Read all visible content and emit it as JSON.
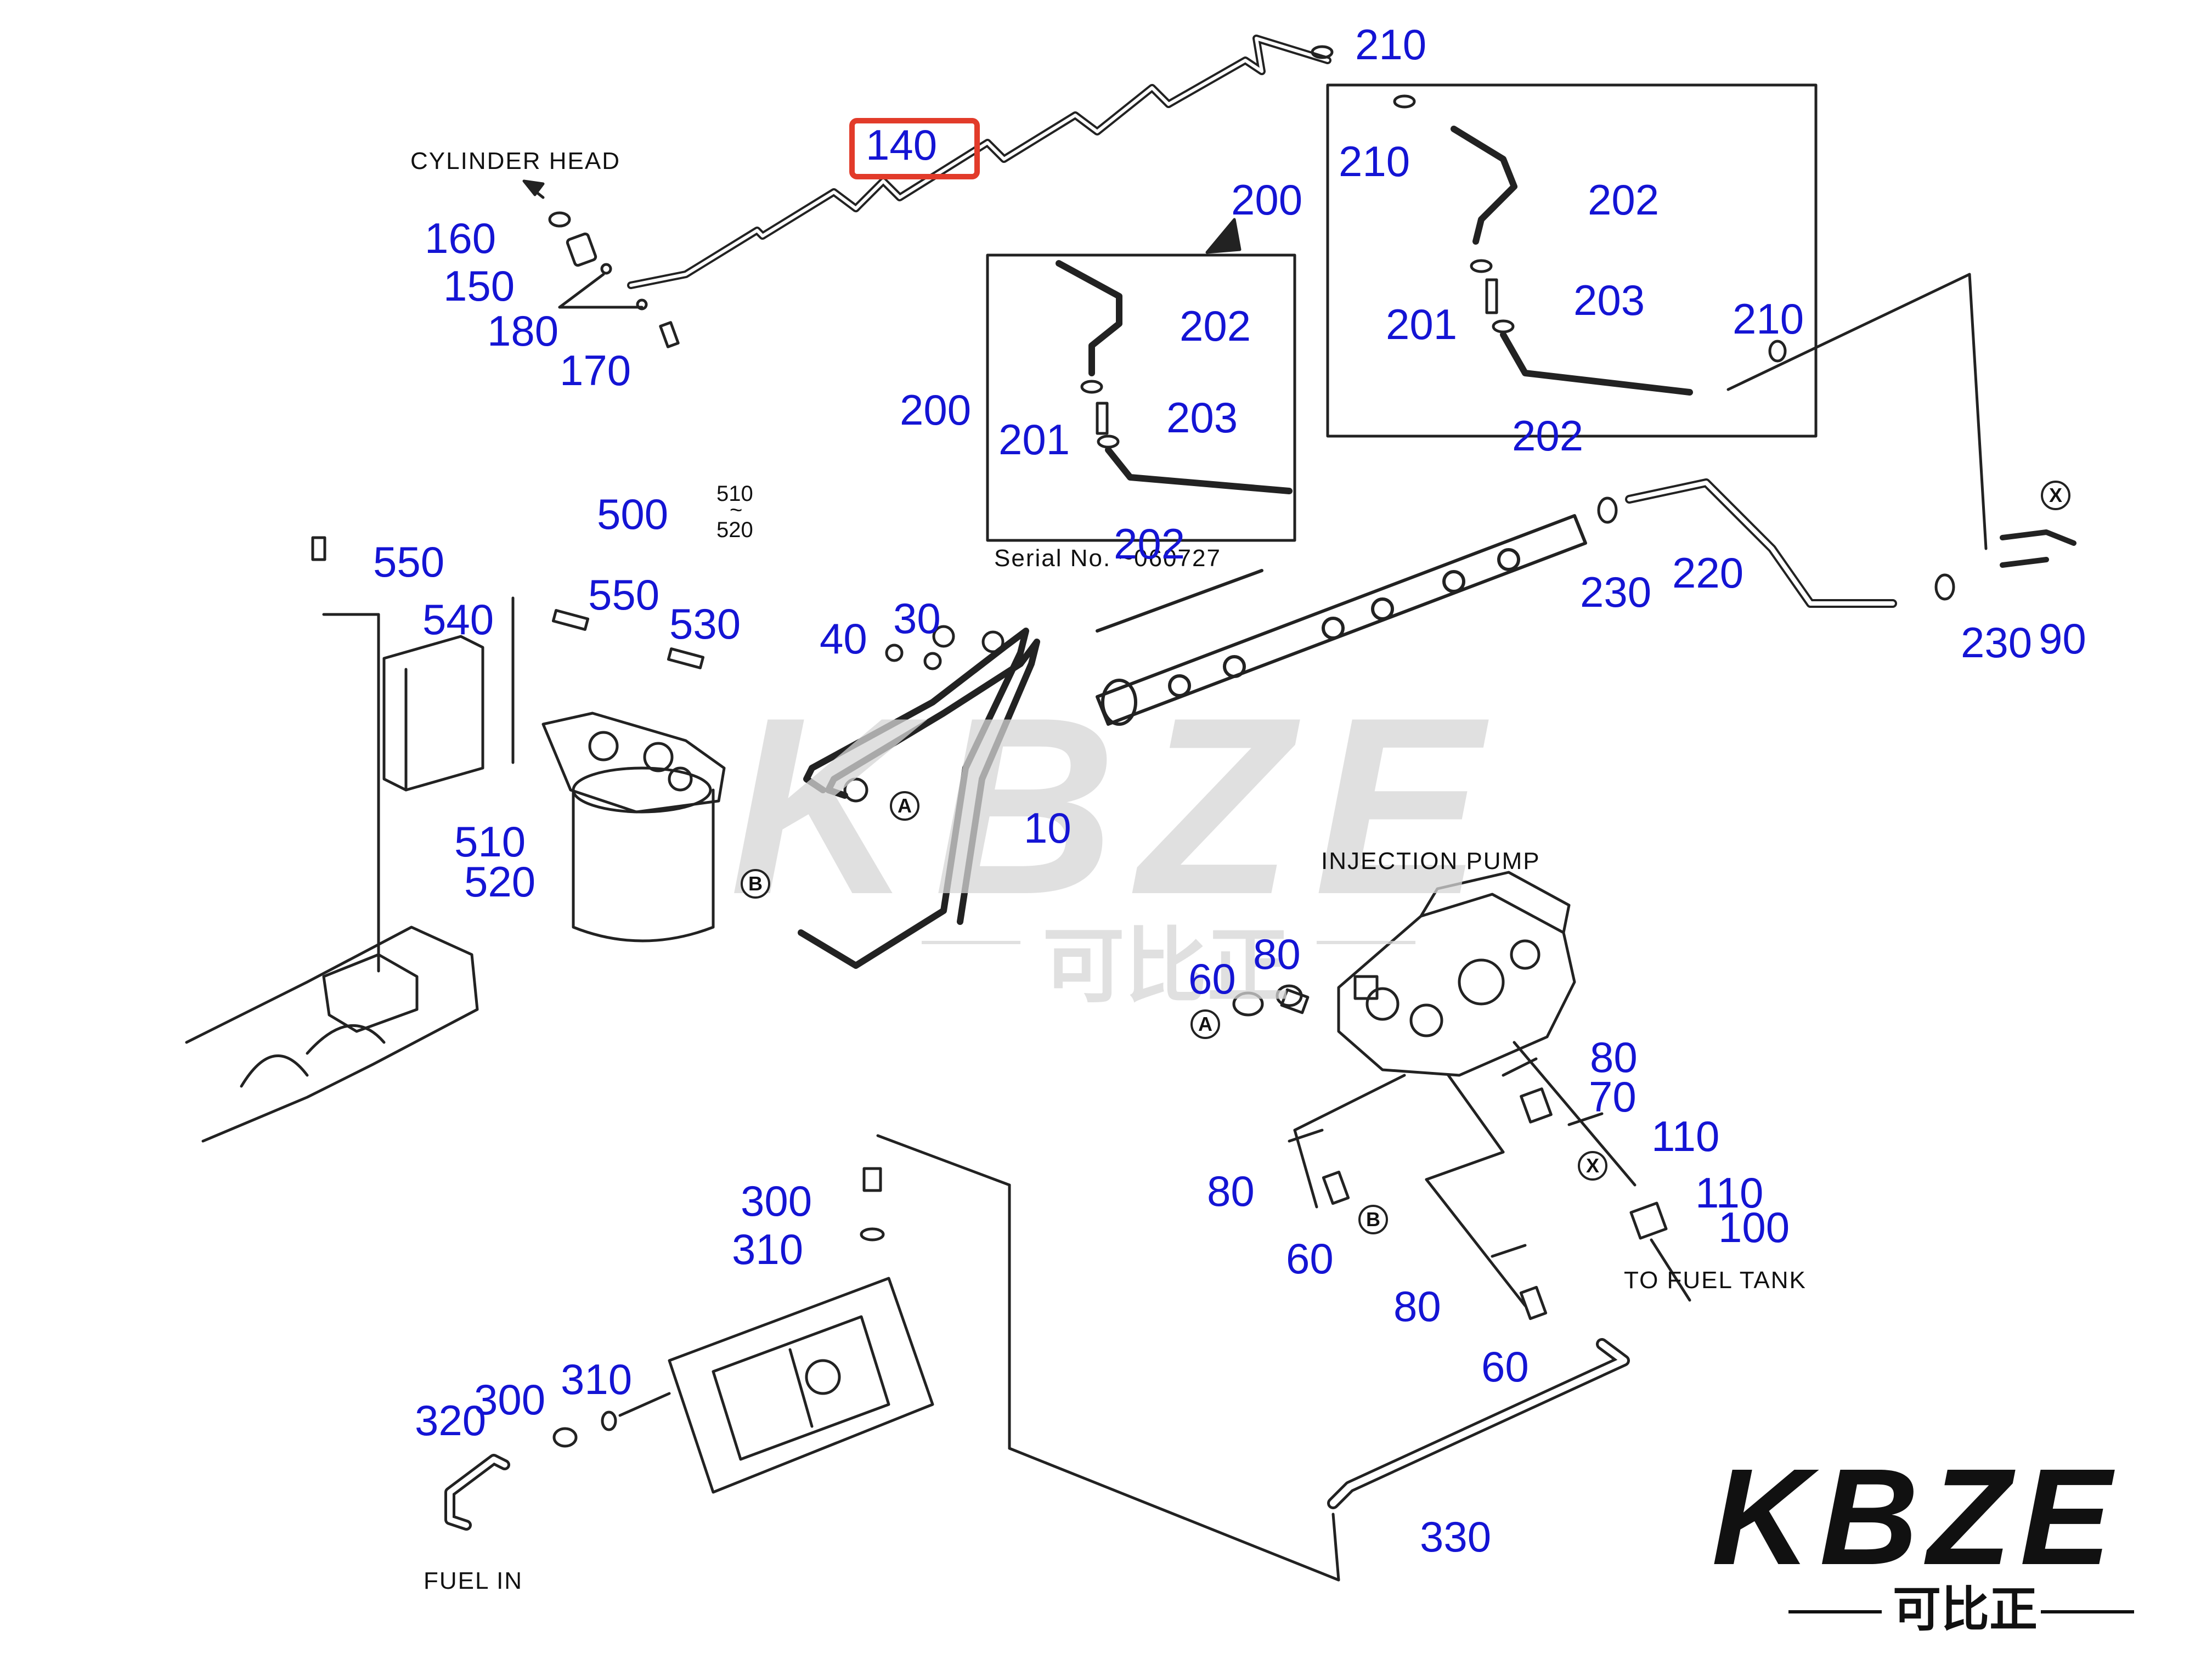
{
  "captions": {
    "cylinder_head": "CYLINDER HEAD",
    "injection_pump": "INJECTION PUMP",
    "to_fuel_tank": "TO FUEL TANK",
    "fuel_in": "FUEL IN",
    "serial_no": "Serial No. ~060727",
    "range_top": "510",
    "range_mid": "~",
    "range_bottom": "520"
  },
  "callouts": {
    "c210a": "210",
    "c140": "140",
    "c210b": "210",
    "c200a": "200",
    "c202a": "202",
    "c160": "160",
    "c150": "150",
    "c180": "180",
    "c170": "170",
    "c202b": "202",
    "c203a": "203",
    "c201a": "201",
    "c210c": "210",
    "c202c": "202",
    "c200b": "200",
    "c201b": "201",
    "c203b": "203",
    "c202d": "202",
    "c500": "500",
    "c550a": "550",
    "c550b": "550",
    "c540": "540",
    "c530": "530",
    "c40": "40",
    "c30": "30",
    "c10": "10",
    "c510": "510",
    "c520": "520",
    "c230a": "230",
    "c220": "220",
    "c230b": "230",
    "c90": "90",
    "c80a": "80",
    "c60a": "60",
    "c80b": "80",
    "c70": "70",
    "c110a": "110",
    "c80c": "80",
    "c110b": "110",
    "c100": "100",
    "c60b": "60",
    "c80d": "80",
    "c60c": "60",
    "c300a": "300",
    "c310a": "310",
    "c310b": "310",
    "c300b": "300",
    "c320": "320",
    "c330": "330"
  },
  "refmarks": {
    "a": "A",
    "b": "B",
    "x": "X"
  },
  "highlighted_part": "140",
  "logo": {
    "brand": "KBZE",
    "sub": "可比正"
  },
  "watermark": {
    "brand": "KBZE",
    "sub": "可比正"
  },
  "colors": {
    "callout": "#1414d4",
    "highlight": "#e23b2a",
    "line": "#222222"
  }
}
